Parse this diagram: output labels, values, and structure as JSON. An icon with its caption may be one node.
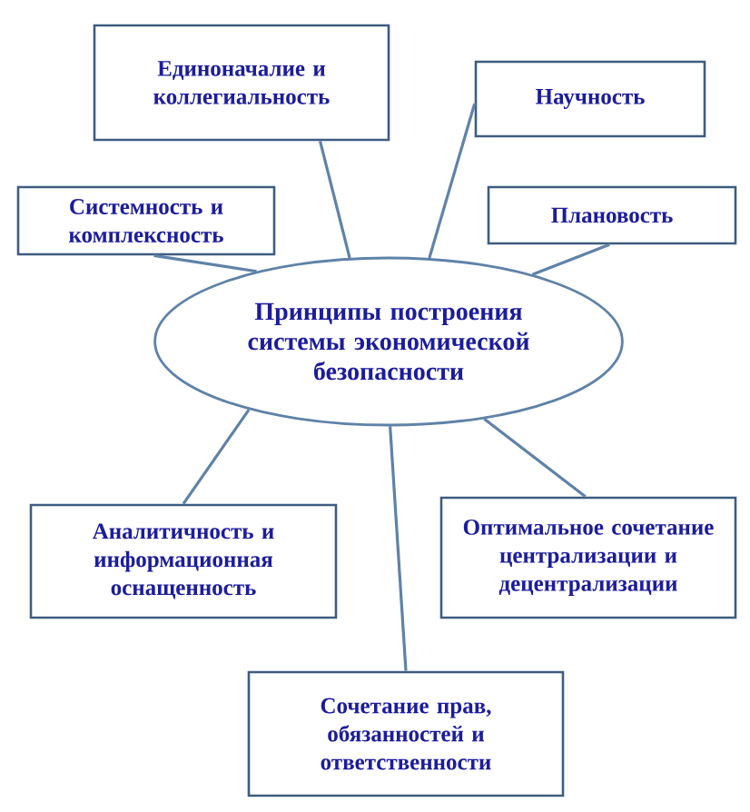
{
  "diagram": {
    "nodes": [
      {
        "text": [
          "Единоначалие и коллегиальность"
        ]
      },
      {
        "text": [
          "Научность"
        ]
      },
      {
        "text": [
          "Системность и комплексность"
        ]
      },
      {
        "text": [
          "Плановость"
        ]
      },
      {
        "text": [
          "Принципы построения системы экономической безопасности"
        ]
      },
      {
        "text": [
          "Аналитичность и информационная оснащенность"
        ]
      },
      {
        "text": [
          "Оптимальное сочетание централизации и децентрализации"
        ]
      },
      {
        "text": [
          "Сочетание прав, обязанностей и ответственности"
        ]
      }
    ],
    "edges": [
      {
        "from": 4,
        "to": 0,
        "arrow": "none"
      },
      {
        "from": 4,
        "to": 1,
        "arrow": "none"
      },
      {
        "from": 4,
        "to": 2,
        "arrow": "none"
      },
      {
        "from": 4,
        "to": 3,
        "arrow": "none"
      },
      {
        "from": 4,
        "to": 5,
        "arrow": "none"
      },
      {
        "from": 4,
        "to": 6,
        "arrow": "none"
      },
      {
        "from": 4,
        "to": 7,
        "arrow": "none"
      }
    ]
  }
}
